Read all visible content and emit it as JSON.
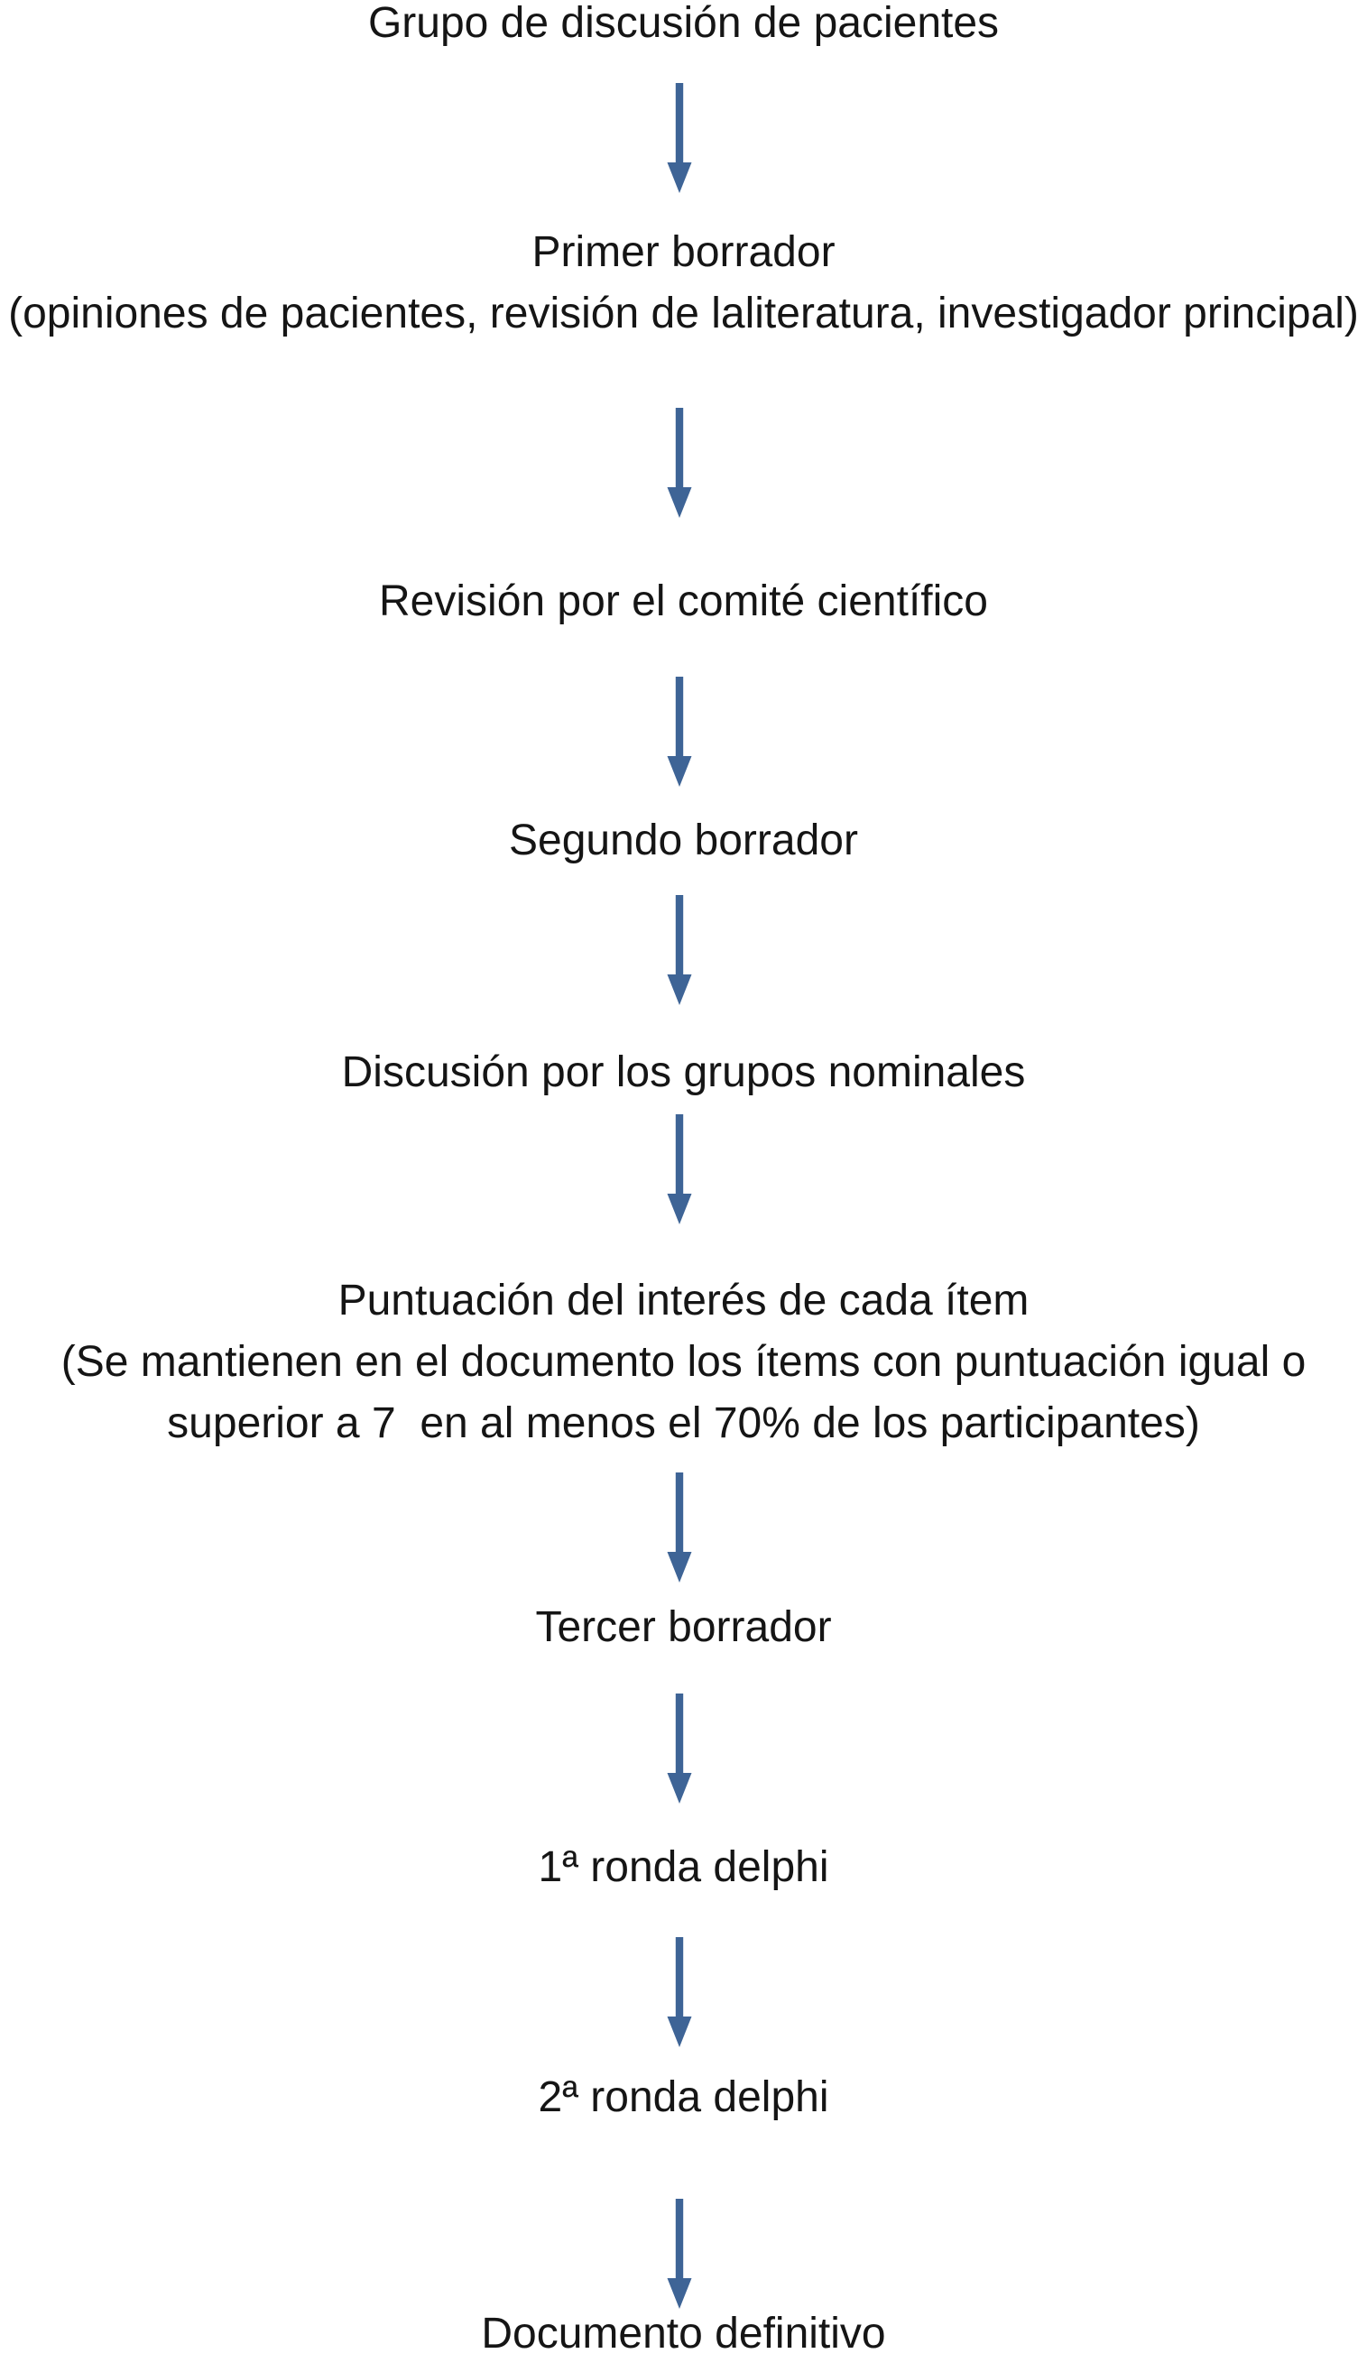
{
  "page": {
    "background_color": "#ffffff",
    "text_color": "#151515"
  },
  "flow": {
    "arrow_color": "#3e6496",
    "steps": [
      {
        "lines": [
          "Grupo de discusión de pacientes"
        ]
      },
      {
        "lines": [
          "Primer borrador",
          "(opiniones de pacientes, revisión de laliteratura, investigador principal)"
        ]
      },
      {
        "lines": [
          "Revisión por el comité científico"
        ]
      },
      {
        "lines": [
          "Segundo borrador"
        ]
      },
      {
        "lines": [
          "Discusión por los grupos nominales"
        ]
      },
      {
        "lines": [
          "Puntuación del interés de cada ítem",
          "(Se mantienen en el documento los ítems con puntuación igual o",
          "superior a 7  en al menos el 70% de los participantes)"
        ]
      },
      {
        "lines": [
          "Tercer borrador"
        ]
      },
      {
        "lines": [
          "1ª ronda delphi"
        ]
      },
      {
        "lines": [
          "2ª ronda delphi"
        ]
      },
      {
        "lines": [
          "Documento definitivo"
        ]
      }
    ]
  }
}
